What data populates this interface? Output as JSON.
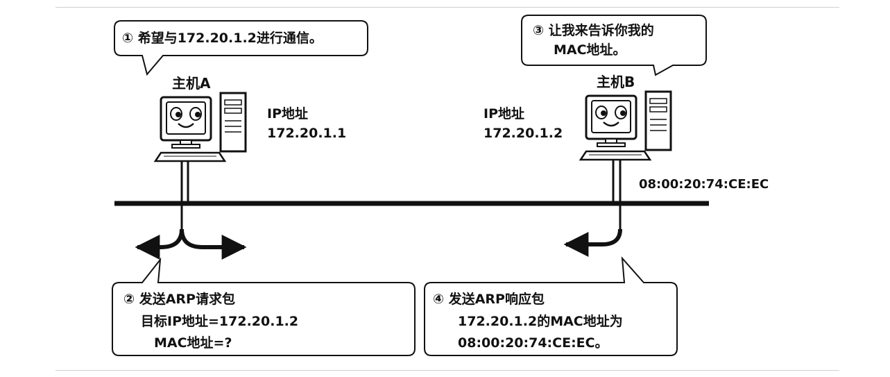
{
  "bubbles": {
    "b1": "① 希望与172.20.1.2进行通信。",
    "b2": [
      "② 发送ARP请求包",
      "目标IP地址=172.20.1.2",
      "MAC地址=?"
    ],
    "b3": [
      "③ 让我来告诉你我的",
      "MAC地址。"
    ],
    "b4": [
      "④ 发送ARP响应包",
      "172.20.1.2的MAC地址为",
      "08:00:20:74:CE:EC。"
    ]
  },
  "hosts": {
    "a": {
      "name": "主机A",
      "ip_label": "IP地址",
      "ip": "172.20.1.1"
    },
    "b": {
      "name": "主机B",
      "ip_label": "IP地址",
      "ip": "172.20.1.2",
      "mac": "08:00:20:74:CE:EC"
    }
  },
  "icons": [
    "computer-icon",
    "tower-icon",
    "arrow-icon"
  ]
}
